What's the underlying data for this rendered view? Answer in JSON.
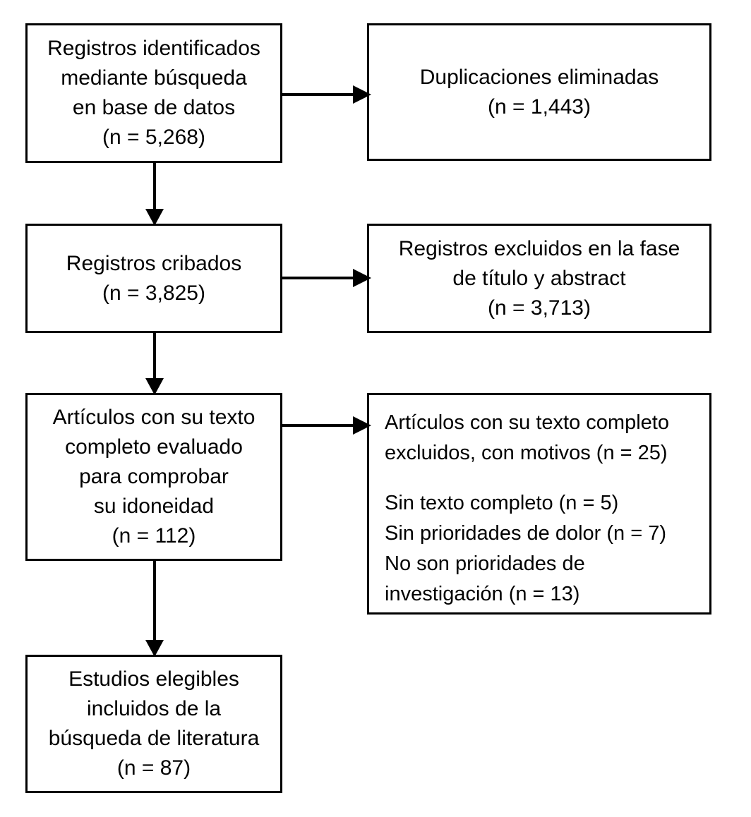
{
  "diagram": {
    "title": "PRISMA flow diagram",
    "language": "es",
    "stroke_color": "#000000",
    "background_color": "#ffffff",
    "nodes": {
      "identified": {
        "name": "Registros identificados mediante busqueda en base de datos",
        "lines": [
          "Registros identificados",
          "mediante búsqueda",
          "en base de datos",
          "(n = 5,268)"
        ],
        "count": "5,268"
      },
      "duplicates": {
        "name": "Duplicaciones eliminadas",
        "lines": [
          "Duplicaciones eliminadas",
          "(n = 1,443)"
        ],
        "count": "1,443"
      },
      "screened": {
        "name": "Registros cribados",
        "lines": [
          "Registros cribados",
          "(n = 3,825)"
        ],
        "count": "3,825"
      },
      "excluded_title_abstract": {
        "name": "Registros excluidos en la fase de titulo y abstract",
        "lines": [
          "Registros excluidos en la fase",
          "de título y abstract",
          "(n = 3,713)"
        ],
        "count": "3,713"
      },
      "fulltext_assessed": {
        "name": "Articulos con su texto completo evaluado para comprobar su idoneidad",
        "lines": [
          "Artículos con su texto",
          "completo evaluado",
          "para comprobar",
          "su idoneidad",
          "(n = 112)"
        ],
        "count": "112"
      },
      "excluded_fulltext": {
        "name": "Articulos con su texto completo excluidos, con motivos",
        "lines": [
          "Artículos con su texto completo",
          "excluidos, con motivos (n = 25)",
          "",
          "Sin texto completo (n = 5)",
          "Sin prioridades de dolor (n = 7)",
          "No son prioridades de",
          "investigación (n = 13)"
        ],
        "count": "25",
        "reasons": [
          {
            "label": "Sin texto completo",
            "count": "5"
          },
          {
            "label": "Sin prioridades de dolor",
            "count": "7"
          },
          {
            "label": "No son prioridades de investigación",
            "count": "13"
          }
        ]
      },
      "included": {
        "name": "Estudios elegibles incluidos de la busqueda de literatura",
        "lines": [
          "Estudios elegibles",
          "incluidos de la",
          "búsqueda de literatura",
          "(n = 87)"
        ],
        "count": "87"
      }
    },
    "connectors": [
      {
        "id": "identified-to-duplicates",
        "direction": "right"
      },
      {
        "id": "screened-to-excluded-title-abstract",
        "direction": "right"
      },
      {
        "id": "fulltext-to-excluded-fulltext",
        "direction": "right"
      },
      {
        "id": "identified-to-screened",
        "direction": "down"
      },
      {
        "id": "screened-to-fulltext",
        "direction": "down"
      },
      {
        "id": "fulltext-to-included",
        "direction": "down"
      }
    ]
  }
}
